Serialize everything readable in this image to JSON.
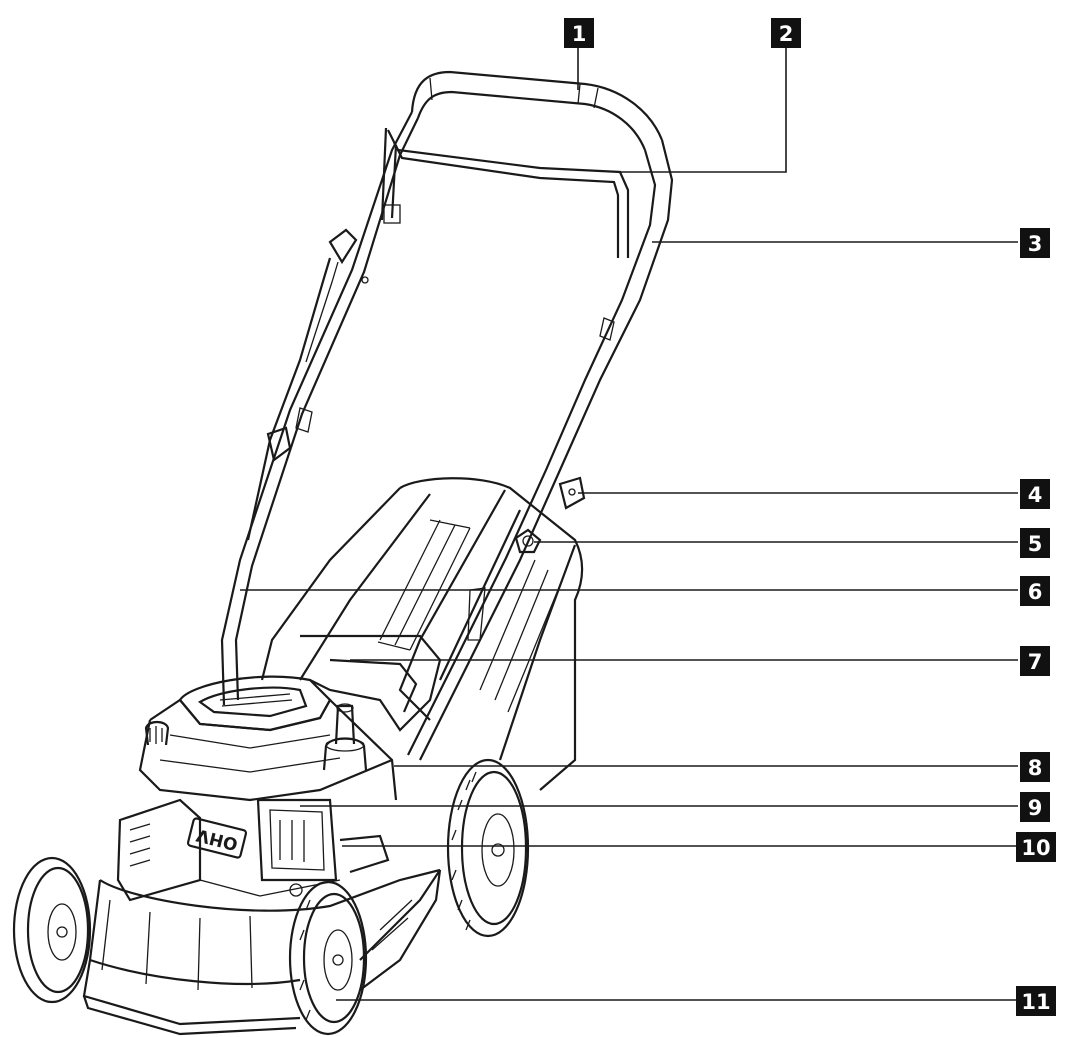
{
  "labels": {
    "l1": "1",
    "l2": "2",
    "l3": "3",
    "l4": "4",
    "l5": "5",
    "l6": "6",
    "l7": "7",
    "l8": "8",
    "l9": "9",
    "l10": "10",
    "l11": "11"
  },
  "engine_badge": "OHV",
  "colors": {
    "ink": "#1a1a1a",
    "badge_bg": "#111111",
    "badge_text": "#ffffff",
    "paper": "#ffffff"
  }
}
